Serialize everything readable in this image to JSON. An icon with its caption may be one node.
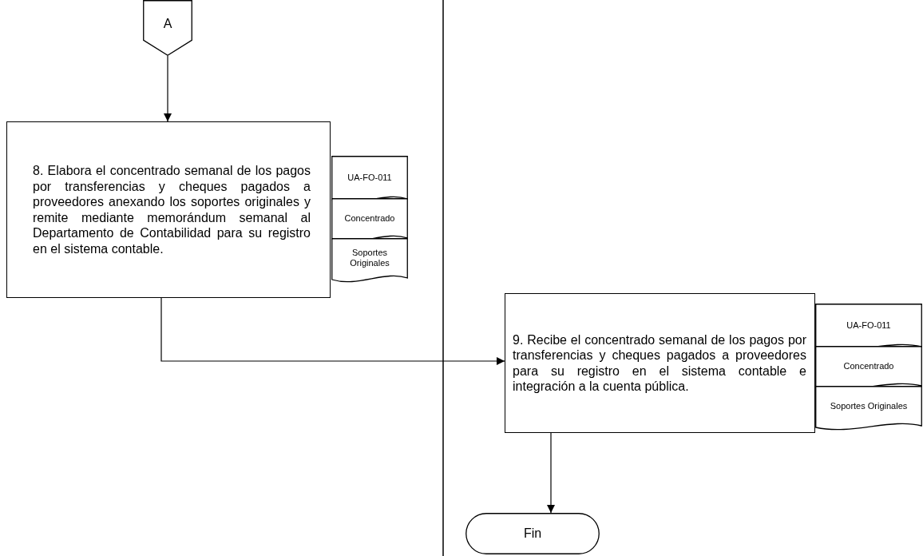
{
  "diagram": {
    "nodes": [
      {
        "text": [
          "A"
        ]
      },
      {
        "text": [
          "8. Elabora el concentrado semanal de los pagos por transferencias y cheques pagados a proveedores anexando los soportes originales y remite mediante memorándum semanal al Departamento de Contabilidad para su registro en el sistema contable."
        ]
      },
      {
        "text": [
          "UA-FO-011"
        ]
      },
      {
        "text": [
          "Concentrado"
        ]
      },
      {
        "text": [
          "Soportes Originales"
        ]
      },
      {
        "text": [
          "9. Recibe el concentrado semanal de los pagos por transferencias y cheques pagados a proveedores para su registro en el sistema contable e integración a la cuenta pública."
        ]
      },
      {
        "text": [
          "UA-FO-011"
        ]
      },
      {
        "text": [
          "Concentrado"
        ]
      },
      {
        "text": [
          "Soportes Originales"
        ]
      },
      {
        "text": [
          "Fin"
        ]
      }
    ],
    "edges": [
      {
        "from": 0,
        "to": 1,
        "arrow": "to"
      },
      {
        "from": 1,
        "to": 5,
        "arrow": "to"
      },
      {
        "from": 5,
        "to": 9,
        "arrow": "to"
      }
    ]
  }
}
